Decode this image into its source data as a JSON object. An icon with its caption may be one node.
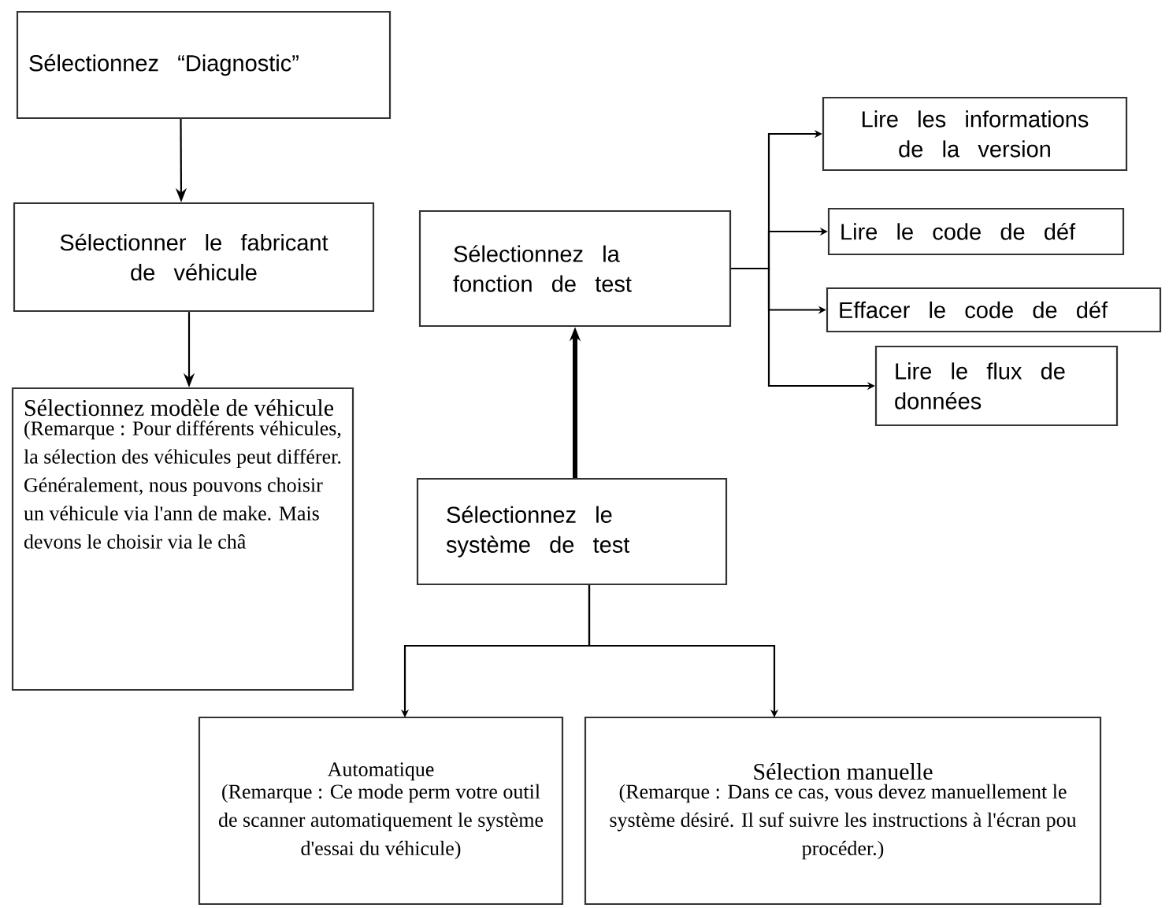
{
  "diagram": {
    "nodes": [
      {
        "text": [
          "Sélectionnez “Diagnostic”"
        ]
      },
      {
        "text": [
          "Sélectionner le fabricant de véhicule"
        ]
      },
      {
        "text": [
          "Sélectionnez modèle de véhicule",
          "(Remarque : Pour différents véhicules, la sélection des véhicules peut différer. Généralement, nous pouvons choisir un véhicule via l'ann de make. Mais devons le choisir via le châ"
        ]
      },
      {
        "text": [
          "Sélectionnez la fonction de test"
        ]
      },
      {
        "text": [
          "Lire les informations de la version"
        ]
      },
      {
        "text": [
          "Lire le code de déf"
        ]
      },
      {
        "text": [
          "Effacer le code de déf"
        ]
      },
      {
        "text": [
          "Lire le flux de données"
        ]
      },
      {
        "text": [
          "Sélectionnez le système de test"
        ]
      },
      {
        "text": [
          "Automatique",
          "(Remarque : Ce mode perm votre outil de scanner automatiquement le système d'essai du véhicule)"
        ]
      },
      {
        "text": [
          "Sélection manuelle",
          "(Remarque : Dans ce cas, vous devez manuellement le système désiré. Il suf suivre les instructions à l'écran pou procéder.)"
        ]
      }
    ],
    "edges": [
      {
        "from": 0,
        "to": 1,
        "arrow": "to"
      },
      {
        "from": 1,
        "to": 2,
        "arrow": "to"
      },
      {
        "from": 8,
        "to": 3,
        "arrow": "to",
        "style": "thick"
      },
      {
        "from": 3,
        "to": 4,
        "arrow": "to"
      },
      {
        "from": 3,
        "to": 5,
        "arrow": "to"
      },
      {
        "from": 3,
        "to": 6,
        "arrow": "to"
      },
      {
        "from": 3,
        "to": 7,
        "arrow": "to"
      },
      {
        "from": 8,
        "to": 9,
        "arrow": "to"
      },
      {
        "from": 8,
        "to": 10,
        "arrow": "to"
      }
    ]
  }
}
